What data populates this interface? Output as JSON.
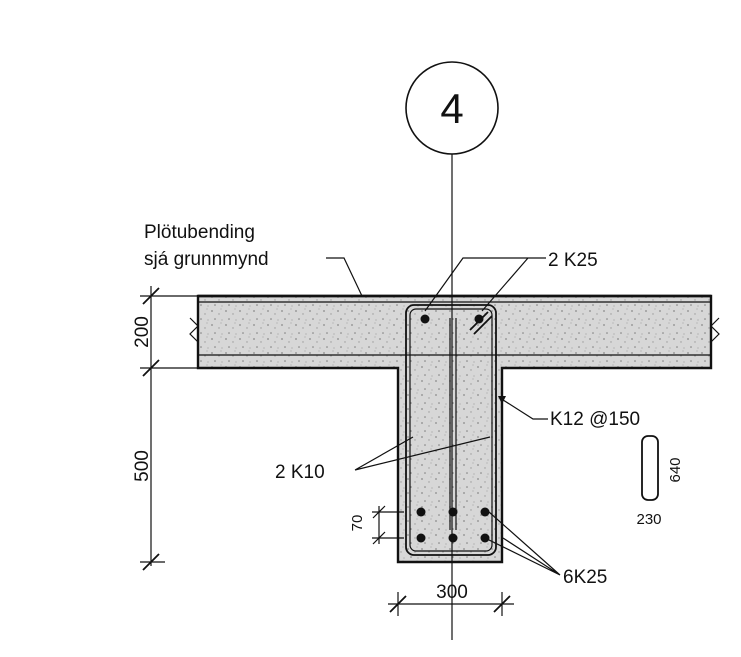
{
  "section": {
    "grid_marker": "4",
    "slab_rebar_note_line1": "Plötubending",
    "slab_rebar_note_line2": "sjá grunnmynd",
    "top_bars": "2 K25",
    "side_bars": "2 K10",
    "stirrups": "K12 @150",
    "bottom_bars": "6K25"
  },
  "dimensions": {
    "slab_depth": "200",
    "web_depth": "500",
    "web_width": "300",
    "cover": "70"
  },
  "stirrup_shape": {
    "width": "230",
    "height": "640"
  }
}
